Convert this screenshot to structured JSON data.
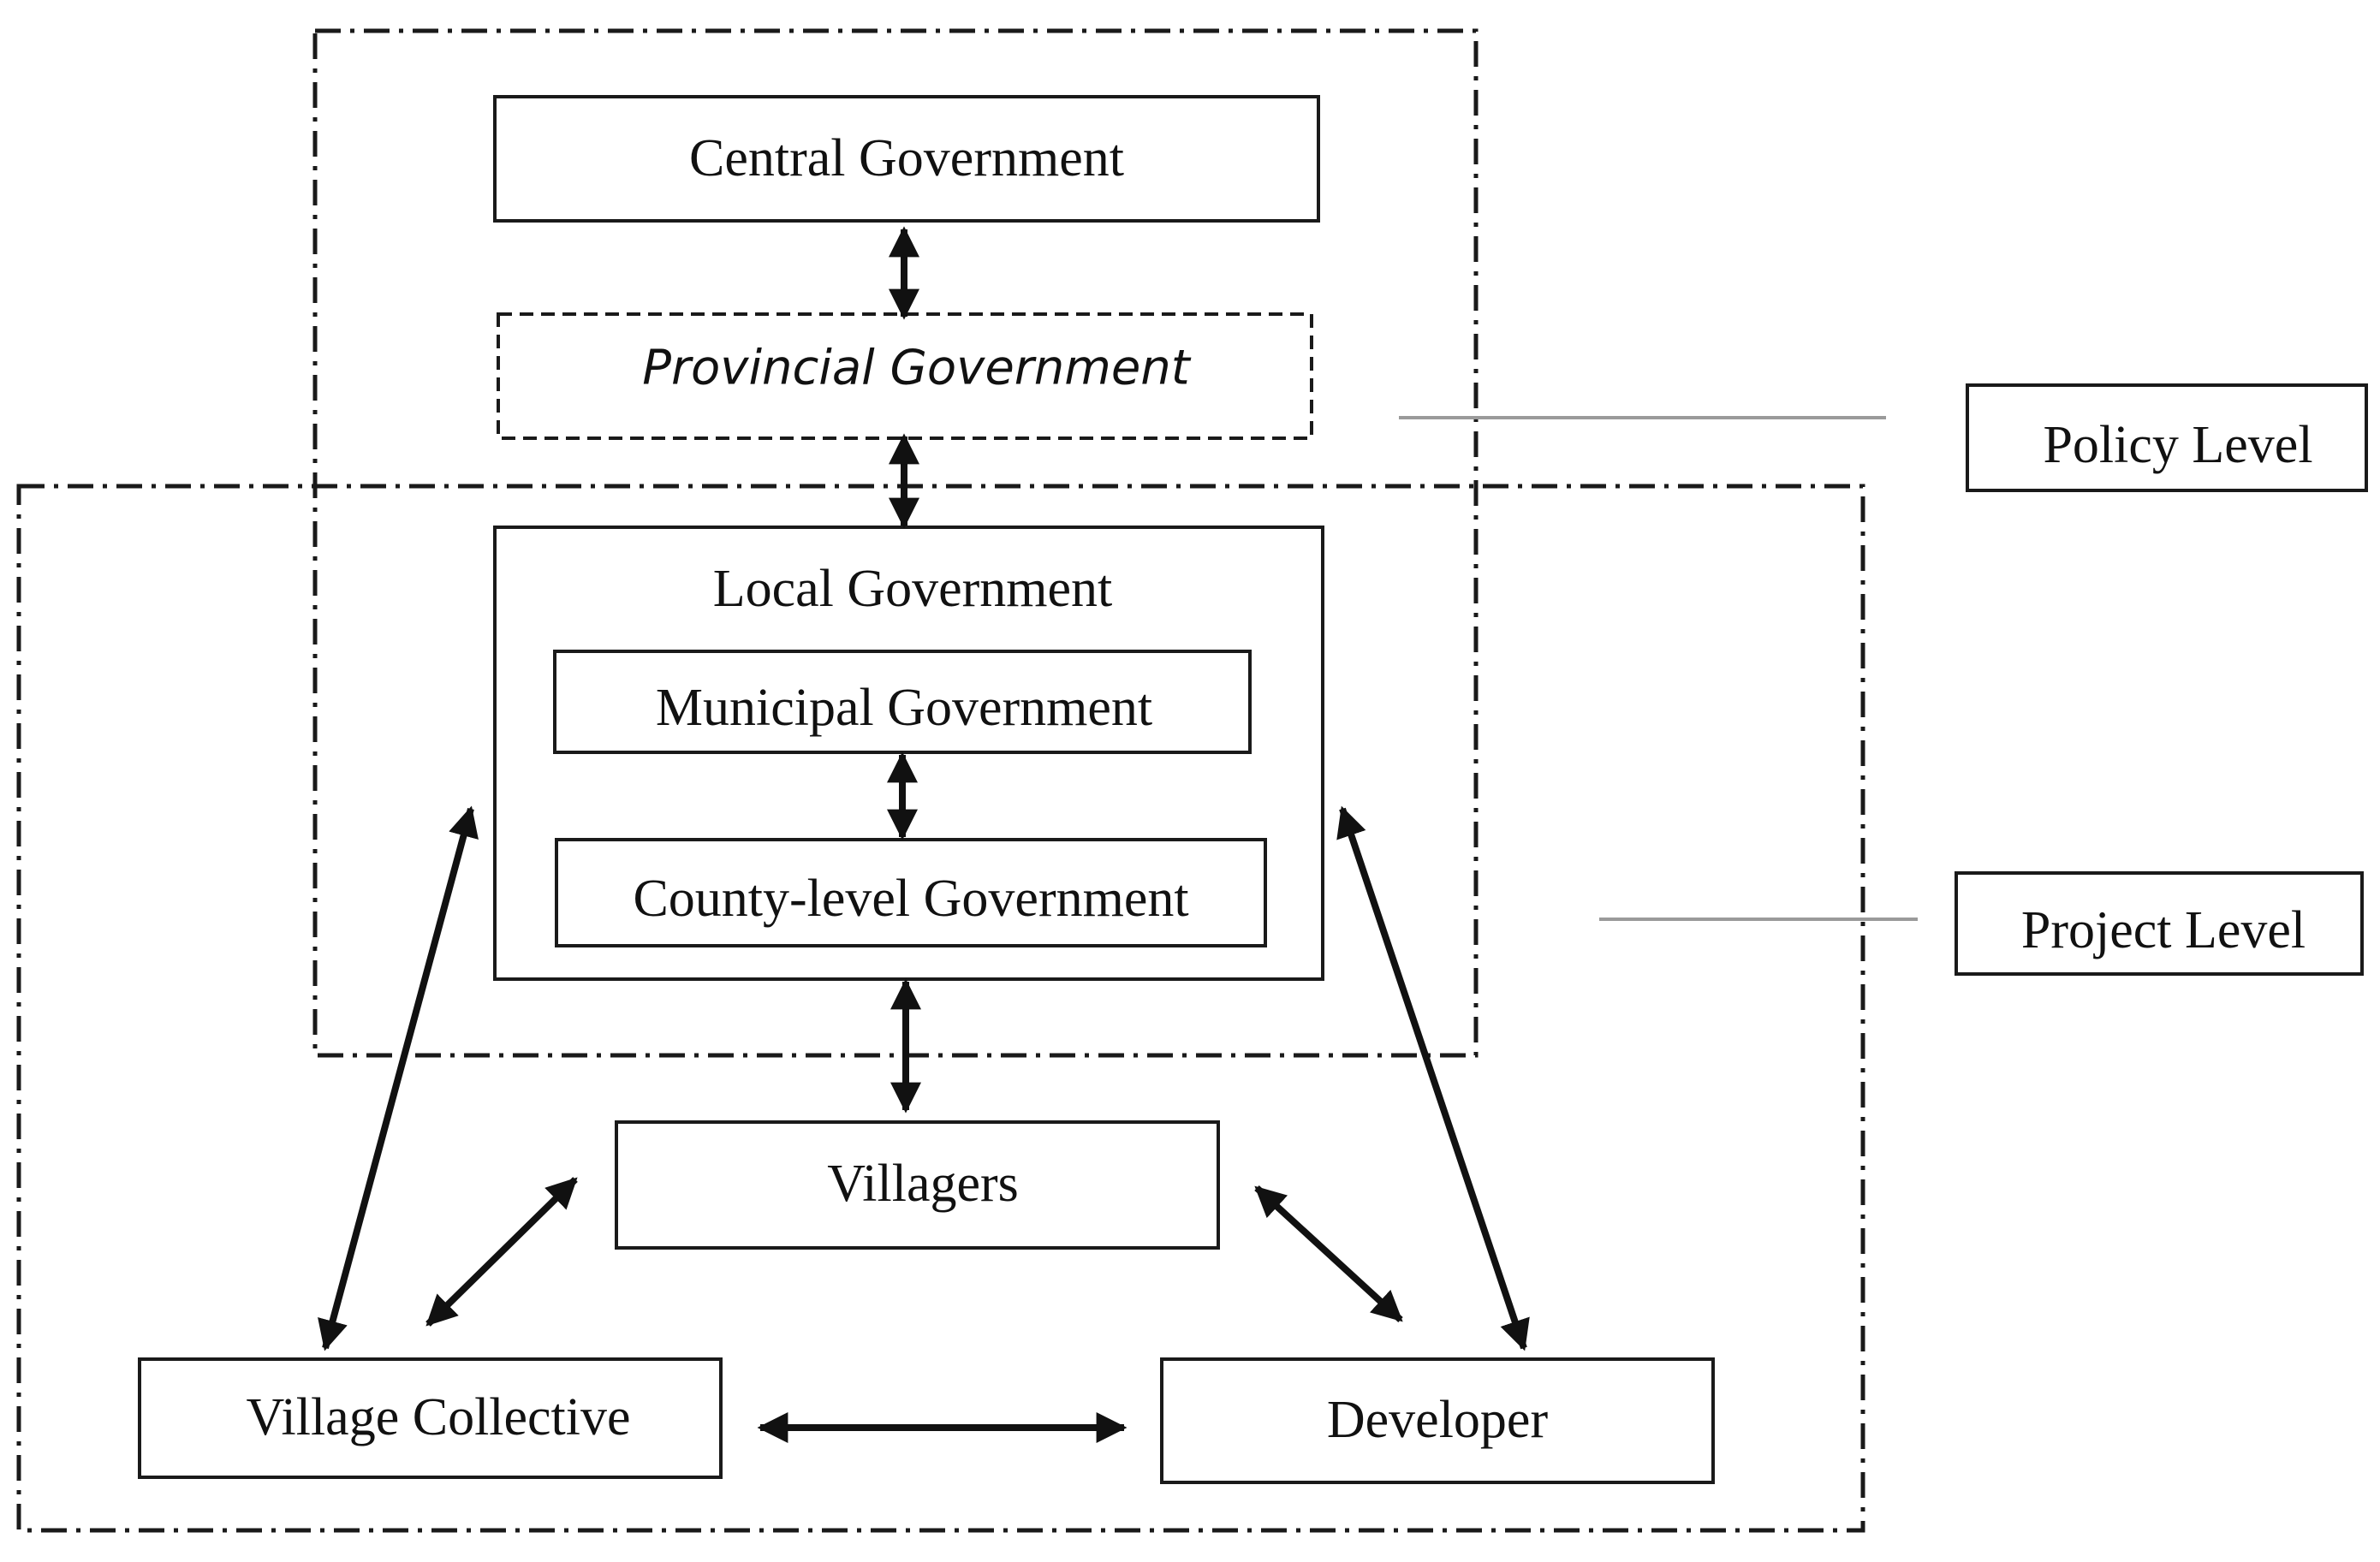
{
  "nodes": {
    "central": "Central Government",
    "provincial": "Provincial Government",
    "local": "Local Government",
    "municipal": "Municipal Government",
    "county": "County-level Government",
    "villagers": "Villagers",
    "collective": "Village Collective",
    "developer": "Developer"
  },
  "levels": {
    "policy": "Policy Level",
    "project": "Project Level"
  }
}
